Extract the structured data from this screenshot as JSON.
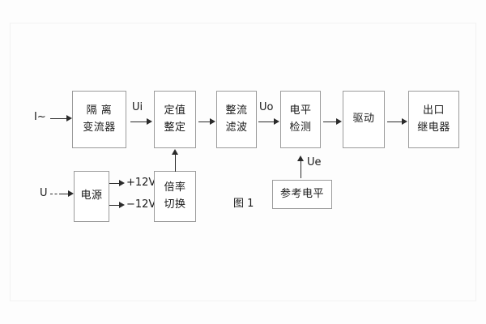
{
  "figure": {
    "caption": "图 1",
    "background_color": "#fdfdfd",
    "line_color": "#2b2b2b",
    "box_border_color": "#9b9b9b",
    "text_color": "#1a1a1a"
  },
  "inputs": {
    "current_label": "I~",
    "voltage_label": "U"
  },
  "blocks": {
    "isolation_ct": {
      "line1": "隔 离",
      "line2": "变流器"
    },
    "setting": {
      "line1": "定值",
      "line2": "整定"
    },
    "rectify_filter": {
      "line1": "整流",
      "line2": "滤波"
    },
    "level_detect": {
      "line1": "电平",
      "line2": "检测"
    },
    "drive": {
      "line1": "驱动"
    },
    "output_relay": {
      "line1": "出口",
      "line2": "继电器"
    },
    "power_supply": {
      "line1": "电源"
    },
    "multiplier_switch": {
      "line1": "倍率",
      "line2": "切换"
    },
    "reference_level": {
      "line1": "参考电平"
    }
  },
  "signals": {
    "ui": "Ui",
    "uo": "Uo",
    "ue": "Ue",
    "rail_positive": "+12V",
    "rail_negative": "−12V"
  }
}
